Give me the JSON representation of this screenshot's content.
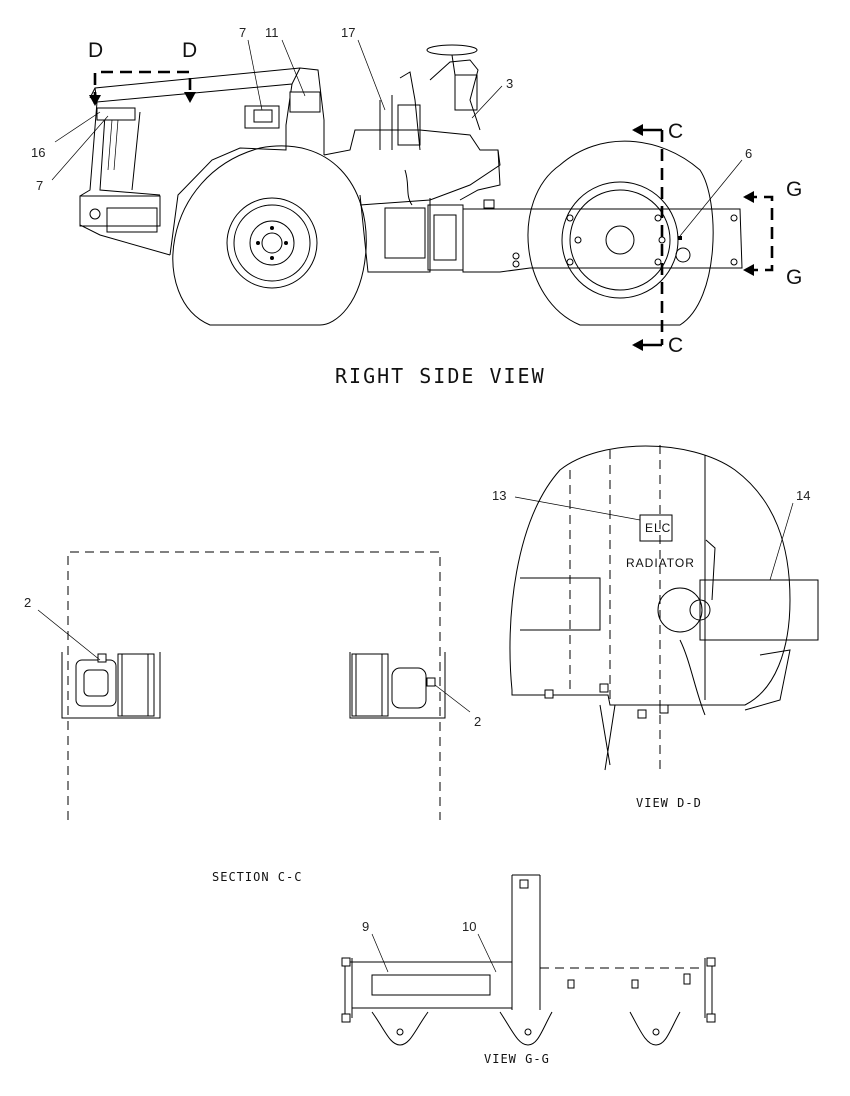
{
  "views": {
    "right_side": {
      "title": "RIGHT SIDE VIEW",
      "section_marks": {
        "d_left": "D",
        "d_right": "D",
        "c_top": "C",
        "c_bottom": "C",
        "g_top": "G",
        "g_bottom": "G"
      },
      "callouts": {
        "c7a": "7",
        "c11": "11",
        "c17": "17",
        "c3": "3",
        "c16": "16",
        "c7b": "7",
        "c6": "6"
      }
    },
    "section_cc": {
      "title": "SECTION C-C",
      "callouts": {
        "c2a": "2",
        "c2b": "2"
      }
    },
    "view_dd": {
      "title": "VIEW D-D",
      "callouts": {
        "c13": "13",
        "c14": "14"
      },
      "decal_text": "ELC",
      "radiator_label": "RADIATOR"
    },
    "view_gg": {
      "title": "VIEW G-G",
      "callouts": {
        "c9": "9",
        "c10": "10"
      }
    }
  }
}
